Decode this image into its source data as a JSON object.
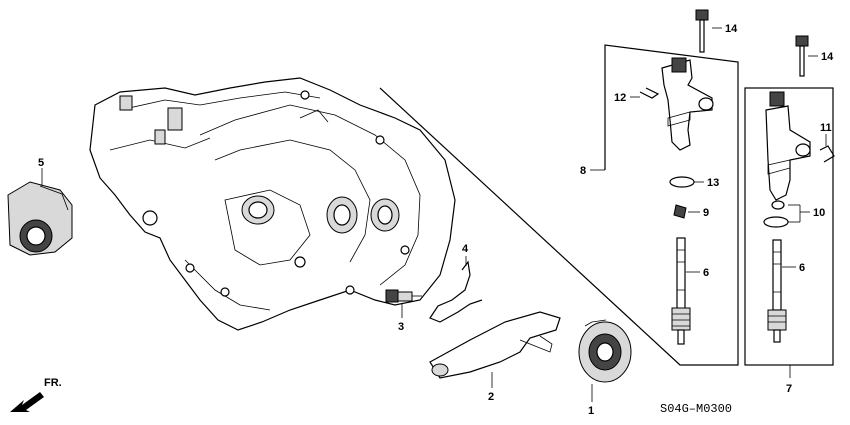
{
  "diagram_code": "S04G–M0300",
  "direction_label": "FR.",
  "callouts": {
    "c1": "1",
    "c2": "2",
    "c3": "3",
    "c4": "4",
    "c5": "5",
    "c6a": "6",
    "c6b": "6",
    "c7": "7",
    "c8": "8",
    "c9": "9",
    "c10": "10",
    "c11": "11",
    "c12": "12",
    "c13": "13",
    "c14a": "14",
    "c14b": "14"
  }
}
